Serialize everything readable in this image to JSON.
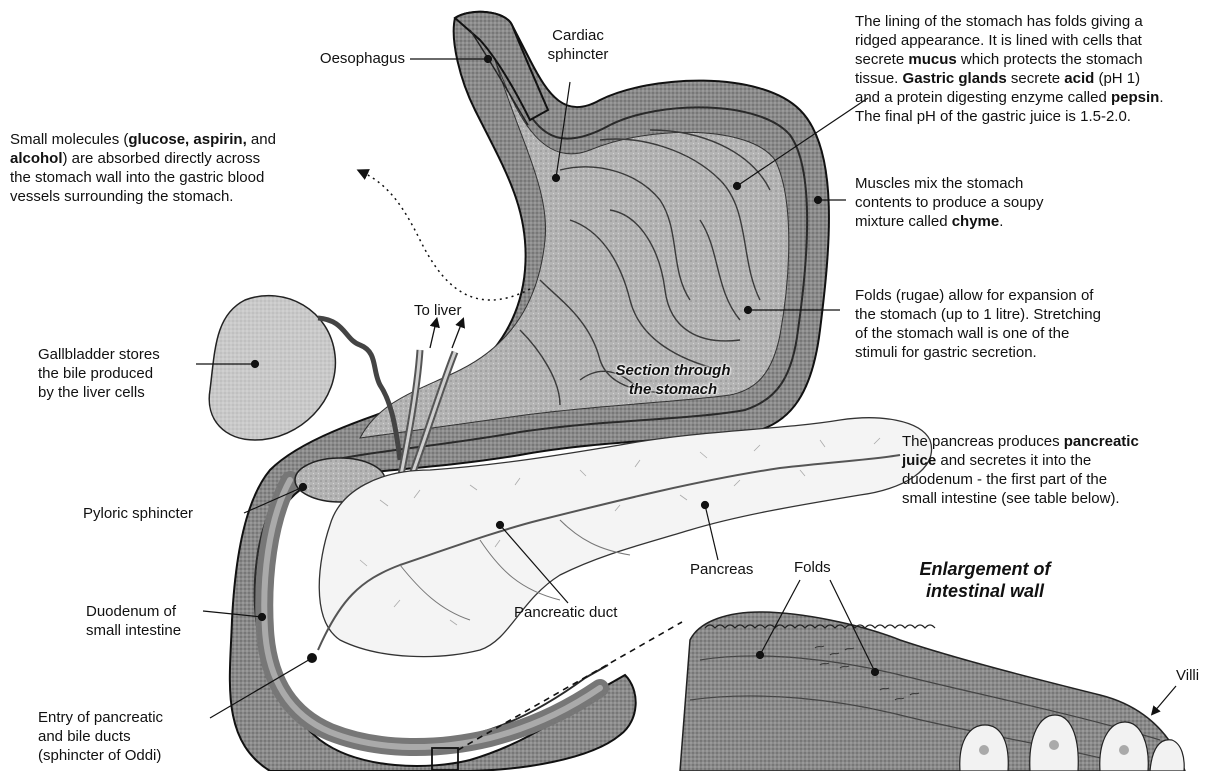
{
  "labels": {
    "oesophagus": "Oesophagus",
    "cardiac_sphincter": [
      "Cardiac",
      "sphincter"
    ],
    "to_liver": "To liver",
    "gallbladder": [
      "Gallbladder stores",
      "the bile produced",
      "by the liver cells"
    ],
    "pyloric_sphincter": "Pyloric sphincter",
    "duodenum": [
      "Duodenum of",
      "small intestine"
    ],
    "entry_ducts": [
      "Entry of pancreatic",
      "and bile ducts",
      "(sphincter of Oddi)"
    ],
    "pancreatic_duct": "Pancreatic duct",
    "pancreas": "Pancreas",
    "folds": "Folds",
    "villi": "Villi",
    "section_title": [
      "Section through",
      "the stomach"
    ],
    "enlargement_title": [
      "Enlargement of",
      "intestinal wall"
    ]
  },
  "paragraphs": {
    "small_molecules": {
      "p1": "Small molecules (",
      "b1": "glucose, aspirin,",
      "p2": " and",
      "b2": "alcohol",
      "p3": ") are absorbed directly across",
      "p4": "the stomach wall into the gastric blood",
      "p5": "vessels surrounding the stomach."
    },
    "lining": {
      "l1": "The lining of the stomach has folds giving a",
      "l2": "ridged appearance. It is lined with cells that",
      "l3a": "secrete ",
      "l3b": "mucus",
      "l3c": " which protects the stomach",
      "l4": "tissue. ",
      "l4b": "Gastric glands",
      "l4c": " secrete ",
      "l4d": "acid",
      "l4e": " (pH 1)",
      "l5a": "and a protein digesting enzyme called ",
      "l5b": "pepsin",
      "l5c": ".",
      "l6": "The final pH of the gastric juice is 1.5-2.0."
    },
    "muscles": {
      "l1": "Muscles mix the stomach",
      "l2": "contents to produce a soupy",
      "l3a": "mixture called ",
      "l3b": "chyme",
      "l3c": "."
    },
    "folds_rugae": {
      "l1": "Folds (rugae) allow for expansion of",
      "l2": "the stomach (up to 1 litre). Stretching",
      "l3": "of the stomach wall is one of the",
      "l4": "stimuli for gastric secretion."
    },
    "pancreas_text": {
      "l1a": "The pancreas produces ",
      "l1b": "pancreatic",
      "l2a": "juice",
      "l2b": " and secretes it into the",
      "l3": "duodenum - the first part of the",
      "l4": "small intestine (see table below)."
    }
  },
  "colors": {
    "organ_dark": "#6e6e6e",
    "organ_mid": "#9a9a9a",
    "organ_light": "#c8c8c8",
    "pancreas_fill": "#f3f3f3",
    "gallbladder_fill": "#d9d9d9",
    "line": "#111111"
  }
}
